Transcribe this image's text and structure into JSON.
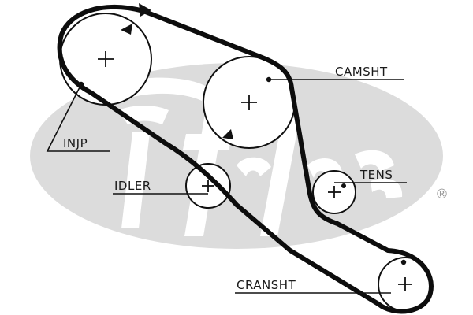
{
  "labels": {
    "camshaft": "CAMSHT",
    "injection_pump": "INJP",
    "idler": "IDLER",
    "tensioner": "TENS",
    "crankshaft": "CRANSHT"
  },
  "watermark": {
    "mark": "®"
  },
  "colors": {
    "belt": "#0d0d0d",
    "watermark": "#dcdcdc",
    "text": "#1a1a1a",
    "background": "#ffffff"
  }
}
